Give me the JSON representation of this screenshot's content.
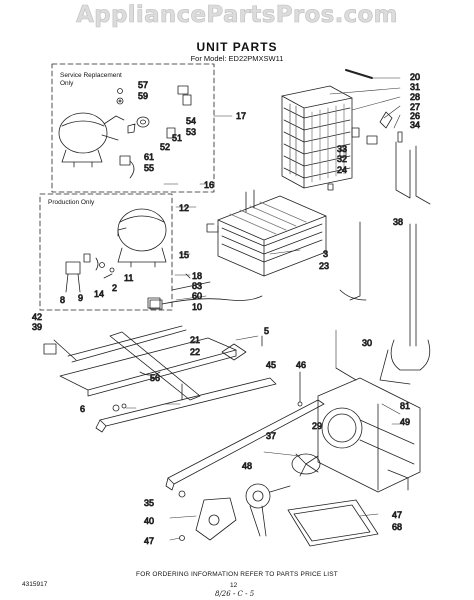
{
  "watermark": "AppliancePartsPros.com",
  "title": "UNIT PARTS",
  "model": "For Model: ED22PMXSW11",
  "boxes": {
    "service": "Service Replacement\nOnly",
    "production": "Production Only"
  },
  "callouts": {
    "c20": "20",
    "c31": "31",
    "c28": "28",
    "c27": "27",
    "c26": "26",
    "c34": "34",
    "c57": "57",
    "c59": "59",
    "c54": "54",
    "c53": "53",
    "c51": "51",
    "c52": "52",
    "c61": "61",
    "c55": "55",
    "c17": "17",
    "c33": "33",
    "c32": "32",
    "c24": "24",
    "c16": "16",
    "c12": "12",
    "c3": "3",
    "c23": "23",
    "c38": "38",
    "c15": "15",
    "c18": "18",
    "c83": "83",
    "c60": "60",
    "c10": "10",
    "c8": "8",
    "c9": "9",
    "c14": "14",
    "c2": "2",
    "c11": "11",
    "c42": "42",
    "c39": "39",
    "c21": "21",
    "c22": "22",
    "c5": "5",
    "c30": "30",
    "c46": "46",
    "c45": "45",
    "c56": "56",
    "c6": "6",
    "c81": "81",
    "c49": "49",
    "c29": "29",
    "c37": "37",
    "c48": "48",
    "c47a": "47",
    "c68": "68",
    "c35": "35",
    "c40": "40",
    "c47b": "47"
  },
  "footer": "FOR ORDERING INFORMATION REFER TO PARTS PRICE LIST",
  "doc_code": "4315917",
  "page_number": "12",
  "handwritten_note": "8/26 - C - 5"
}
